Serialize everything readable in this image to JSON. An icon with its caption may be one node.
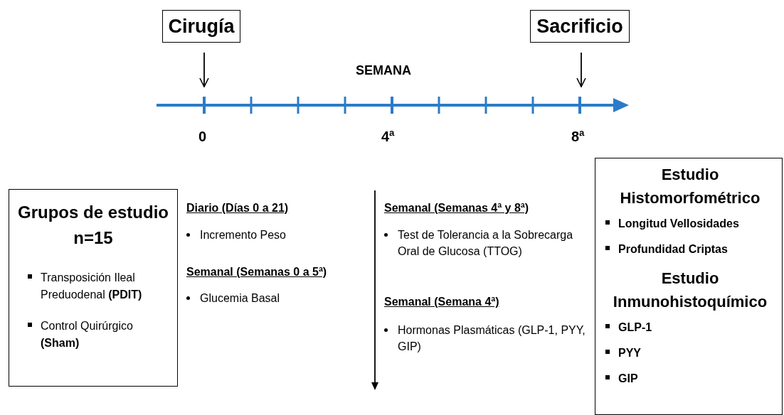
{
  "diagram": {
    "nodes": [
      {
        "text": [
          "Cirugía"
        ]
      },
      {
        "text": [
          "Sacrificio"
        ]
      },
      {
        "text": [
          "Grupos de estudio n=15",
          "Transposición Ileal Preduodenal **(PDIT)**",
          "Control Quirúrgico **(Sham)**"
        ]
      },
      {
        "text": [
          "Estudio Histomorfométrico",
          "Longitud Vellosidades",
          "Profundidad Criptas",
          "Estudio Inmunohistoquímico",
          "GLP-1",
          "PYY",
          "GIP"
        ]
      }
    ],
    "edges": [
      {
        "from": 0,
        "to": null,
        "arrow": "to"
      },
      {
        "from": 1,
        "to": null,
        "arrow": "to"
      }
    ],
    "labels": [
      "SEMANA",
      "0",
      "4ª",
      "8ª",
      "Diario (Días 0 a 21)",
      "Incremento Peso",
      "Semanal (Semanas 0 a 5ª)",
      "Glucemia Basal",
      "Semanal (Semanas 4ª y 8ª)",
      "Test de Tolerancia a la Sobrecarga Oral de Glucosa (TTOG)",
      "Semanal (Semana 4ª)",
      "Hormonas Plasmáticas (GLP-1, PYY, GIP)"
    ]
  }
}
